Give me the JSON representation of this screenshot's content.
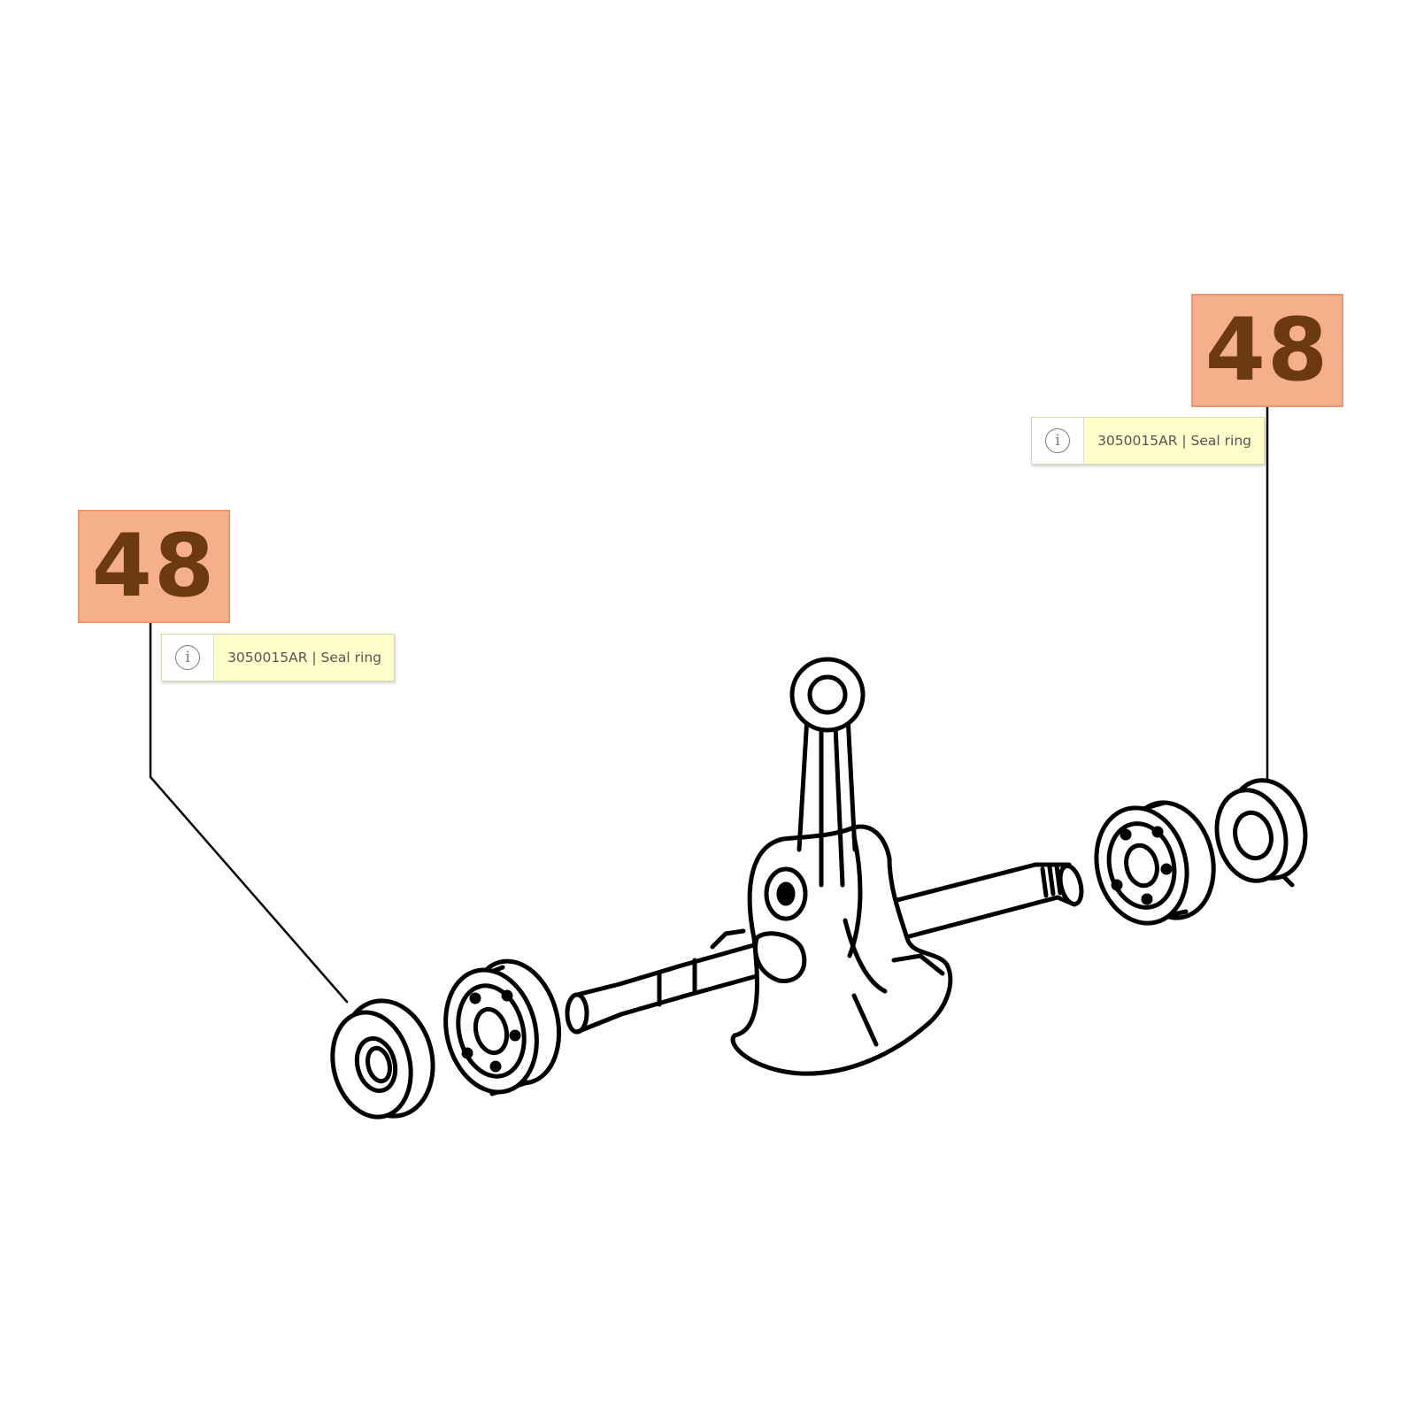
{
  "callouts": [
    {
      "number": "48",
      "part_number": "3050015AR",
      "part_name": "Seal ring",
      "tooltip_text": "3050015AR | Seal ring",
      "info_icon": "info-icon"
    },
    {
      "number": "48",
      "part_number": "3050015AR",
      "part_name": "Seal ring",
      "tooltip_text": "3050015AR | Seal ring",
      "info_icon": "info-icon"
    }
  ],
  "colors": {
    "badge_fill": "#f5b08a",
    "badge_text": "#6b3a12",
    "tooltip_fill": "#ffffcc",
    "line_art": "#000000"
  }
}
